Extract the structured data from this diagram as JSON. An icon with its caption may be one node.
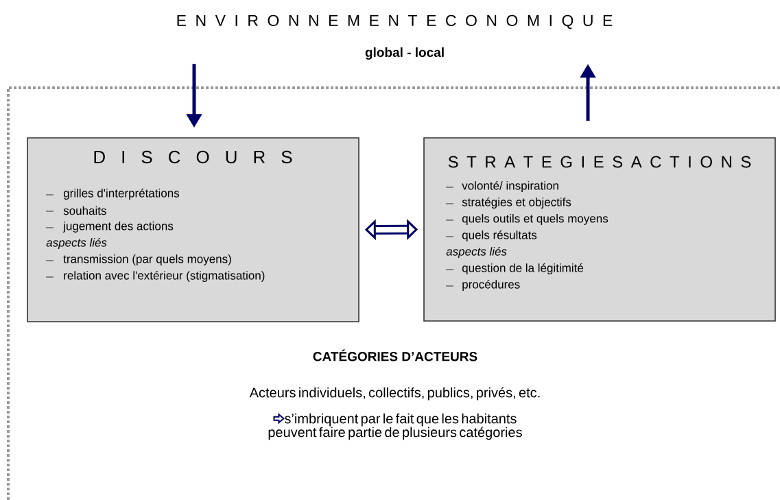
{
  "diagram": {
    "nodes": [
      {
        "text": [
          "E N V I R O N N E M E N T E C O N O M I Q U E",
          "global - local"
        ]
      },
      {
        "text": [
          "CATÉGORIES D’ACTEURS",
          "Acteurs individuels, collectifs, publics, privés, etc.",
          "s’imbriquent par le fait que les habitants peuvent faire partie de plusieurs catégories"
        ]
      },
      {
        "text": [
          "D I S C O U R S",
          "grilles d'interprétations",
          "souhaits",
          "jugement des actions",
          "aspects liés",
          "transmission (par quels moyens)",
          "relation avec l'extérieur (stigmatisation)"
        ],
        "in": 1
      },
      {
        "text": [
          "S T R A T E G I E S A C T I O N S",
          "volonté/ inspiration",
          "stratégies et objectifs",
          "quels outils et quels moyens",
          "quels résultats",
          "aspects liés",
          "question de la légitimité",
          "procédures"
        ],
        "in": 1
      }
    ],
    "edges": [
      {
        "from": 0,
        "to": 2,
        "arrow": "to"
      },
      {
        "from": 3,
        "to": 0,
        "arrow": "to"
      },
      {
        "from": 2,
        "to": 3,
        "arrow": "both",
        "style": "thick"
      }
    ]
  }
}
